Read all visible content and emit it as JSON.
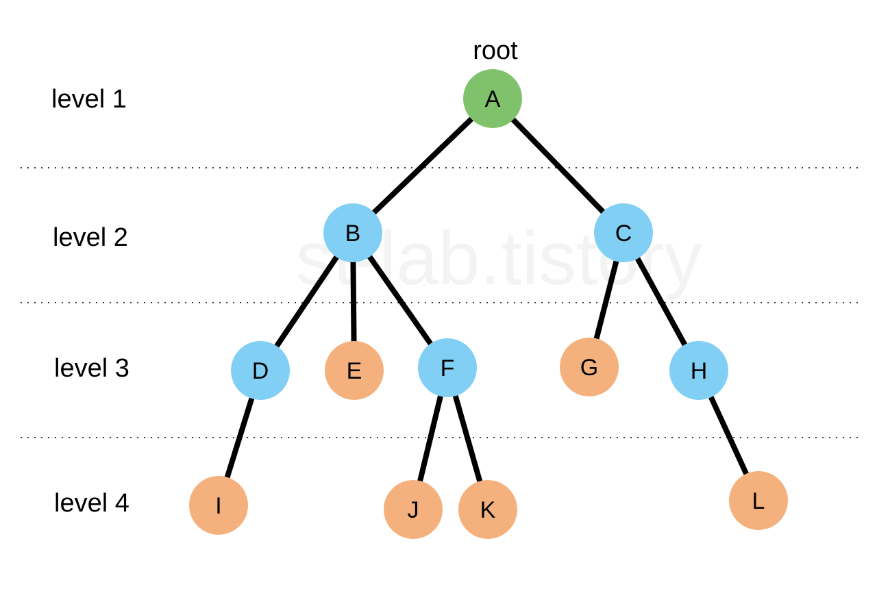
{
  "colors": {
    "root": "#80c26c",
    "internal": "#81cff4",
    "leaf": "#f5b17d",
    "edge": "#000000"
  },
  "watermark": "st-lab.tistory",
  "root_label": "root",
  "levels": [
    {
      "id": "level-1",
      "label": "level 1"
    },
    {
      "id": "level-2",
      "label": "level 2"
    },
    {
      "id": "level-3",
      "label": "level 3"
    },
    {
      "id": "level-4",
      "label": "level 4"
    }
  ],
  "nodes": [
    {
      "id": "A",
      "label": "A",
      "kind": "root"
    },
    {
      "id": "B",
      "label": "B",
      "kind": "internal"
    },
    {
      "id": "C",
      "label": "C",
      "kind": "internal"
    },
    {
      "id": "D",
      "label": "D",
      "kind": "internal"
    },
    {
      "id": "E",
      "label": "E",
      "kind": "leaf"
    },
    {
      "id": "F",
      "label": "F",
      "kind": "internal"
    },
    {
      "id": "G",
      "label": "G",
      "kind": "leaf"
    },
    {
      "id": "H",
      "label": "H",
      "kind": "internal"
    },
    {
      "id": "I",
      "label": "I",
      "kind": "leaf"
    },
    {
      "id": "J",
      "label": "J",
      "kind": "leaf"
    },
    {
      "id": "K",
      "label": "K",
      "kind": "leaf"
    },
    {
      "id": "L",
      "label": "L",
      "kind": "leaf"
    }
  ],
  "edges": [
    [
      "A",
      "B"
    ],
    [
      "A",
      "C"
    ],
    [
      "B",
      "D"
    ],
    [
      "B",
      "E"
    ],
    [
      "B",
      "F"
    ],
    [
      "C",
      "G"
    ],
    [
      "C",
      "H"
    ],
    [
      "D",
      "I"
    ],
    [
      "F",
      "J"
    ],
    [
      "F",
      "K"
    ],
    [
      "H",
      "L"
    ]
  ]
}
